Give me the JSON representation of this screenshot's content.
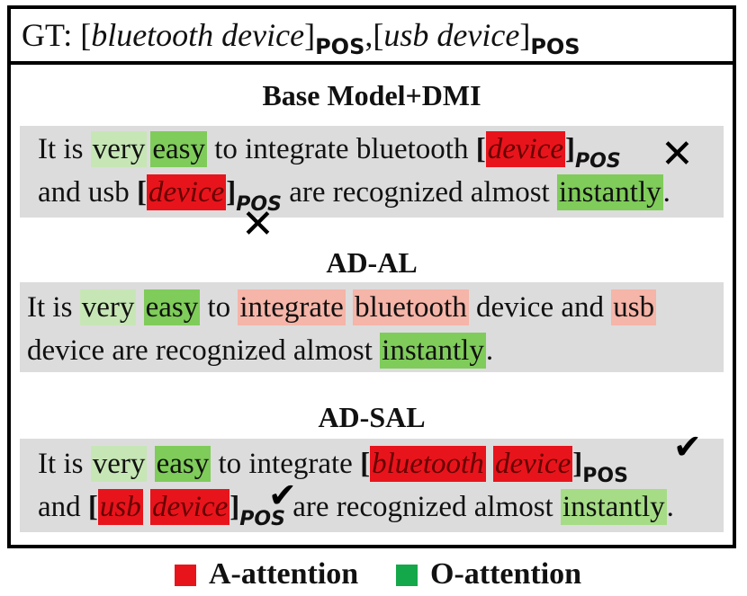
{
  "gt": {
    "prefix": "GT: [",
    "term1": "bluetooth device",
    "close1": "]",
    "sub1": "POS",
    "sep": ",[",
    "term2": "usb device",
    "close2": "]",
    "sub2": "POS"
  },
  "sections": [
    {
      "title": "Base Model+DMI"
    },
    {
      "title": "AD-AL"
    },
    {
      "title": "AD-SAL"
    }
  ],
  "s1": {
    "l1": [
      "It",
      "is",
      "very",
      "easy",
      "to",
      "integrate",
      "bluetooth",
      "[",
      "device",
      "]",
      "POS"
    ],
    "l2": [
      "and",
      "usb",
      "[",
      "device",
      "]",
      "POS",
      "are",
      "recognized",
      "almost",
      "instantly",
      "."
    ],
    "marks": [
      "✕",
      "✕"
    ]
  },
  "s2": {
    "l1": [
      "It",
      "is",
      "very",
      "easy",
      "to",
      "integrate",
      "bluetooth",
      "device",
      "and",
      "usb"
    ],
    "l2": [
      "device",
      "are",
      "recognized",
      "almost",
      "instantly",
      "."
    ]
  },
  "s3": {
    "l1": [
      "It",
      "is",
      "very",
      "easy",
      "to",
      "integrate",
      "[",
      "bluetooth",
      "device",
      "]",
      "POS"
    ],
    "l2": [
      "and",
      "[",
      "usb",
      "device",
      "]",
      "POS",
      "are",
      "recognized",
      "almost",
      "instantly",
      "."
    ],
    "marks": [
      "✔",
      "✔"
    ]
  },
  "legend": [
    {
      "label": "A-attention",
      "color": "#e8141c"
    },
    {
      "label": "O-attention",
      "color": "#14a84a"
    }
  ],
  "colors": {
    "o_light": "#c7e6b6",
    "o_strong": "#7fcc5a",
    "a_light": "#f5b5a8",
    "a_strong": "#e8141c",
    "panel": "#dcdcdc"
  }
}
